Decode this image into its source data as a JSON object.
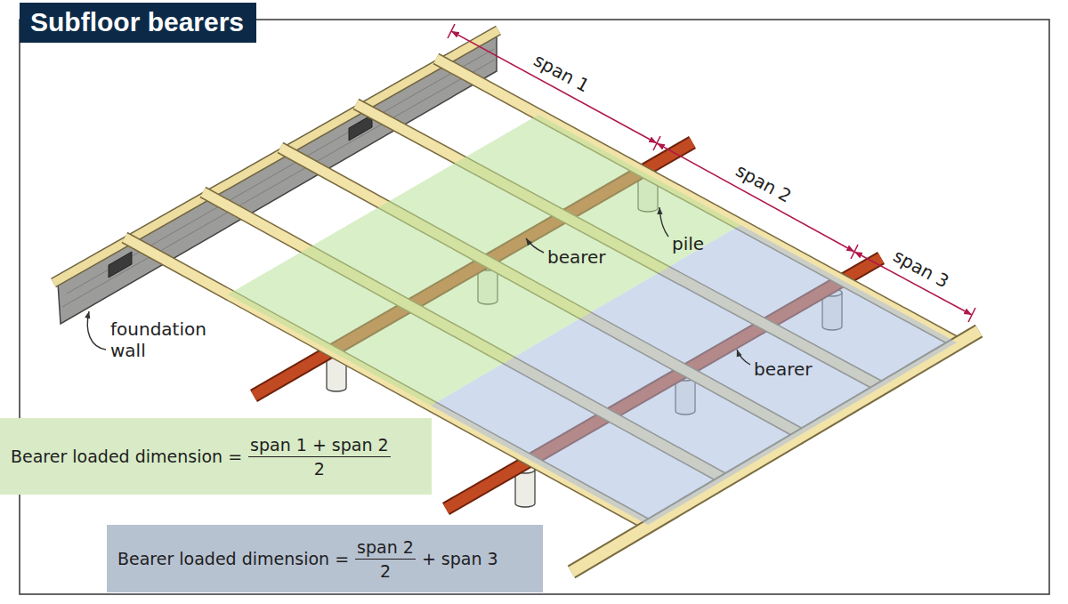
{
  "diagram": {
    "title": "Subfloor bearers",
    "nodes": [
      {
        "text": [
          "Bearer loaded dimension =",
          "span 1 + span 2",
          "2"
        ]
      },
      {
        "text": [
          "Bearer loaded dimension =",
          "span 2",
          "2",
          "+ span 3"
        ]
      }
    ],
    "labels": [
      "span 1",
      "span 2",
      "span 3",
      "bearer",
      "pile",
      "bearer",
      "foundation wall"
    ]
  }
}
